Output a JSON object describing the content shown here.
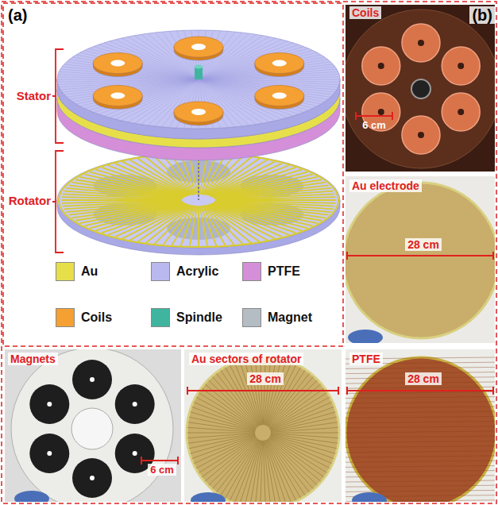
{
  "diagram": {
    "labels": [
      "(a)",
      "Stator",
      "Rotator",
      "(b)",
      "Coils",
      "6 cm",
      "Au electrode",
      "28 cm",
      "Magnets",
      "6 cm",
      "Au sectors of rotator",
      "28 cm",
      "PTFE",
      "28 cm"
    ],
    "legend": [
      {
        "text": "Au",
        "color": "#e6df4a"
      },
      {
        "text": "Acrylic",
        "color": "#b9b9ef"
      },
      {
        "text": "PTFE",
        "color": "#d48fd8"
      },
      {
        "text": "Coils",
        "color": "#f5a033"
      },
      {
        "text": "Spindle",
        "color": "#3fb5a0"
      },
      {
        "text": "Magnet",
        "color": "#b4bcc4"
      }
    ]
  }
}
